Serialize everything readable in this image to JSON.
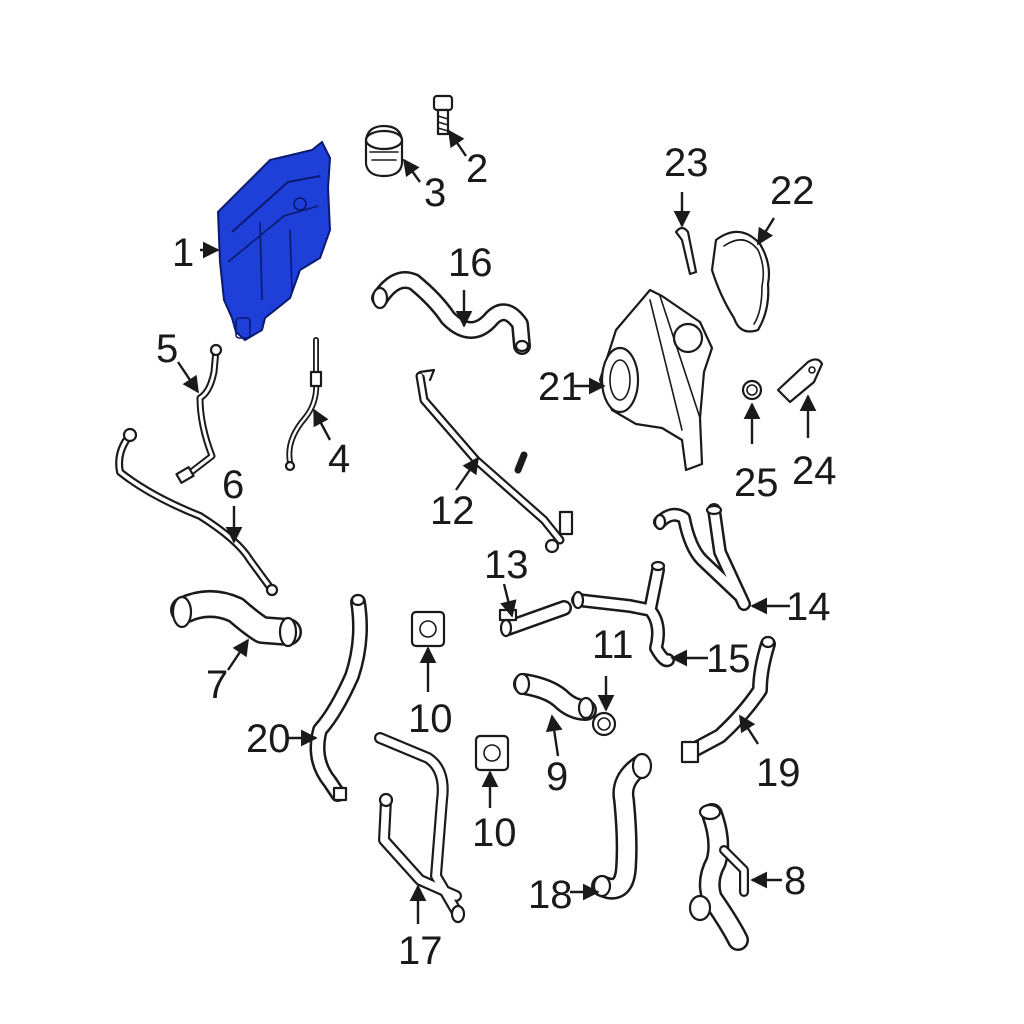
{
  "colors": {
    "highlight": "#1e3fd8",
    "line": "#1a1a1a",
    "background": "#ffffff"
  },
  "callouts": [
    "1",
    "2",
    "3",
    "4",
    "5",
    "6",
    "7",
    "8",
    "9",
    "10",
    "10",
    "11",
    "12",
    "13",
    "14",
    "15",
    "16",
    "17",
    "18",
    "19",
    "20",
    "21",
    "22",
    "23",
    "24",
    "25"
  ]
}
